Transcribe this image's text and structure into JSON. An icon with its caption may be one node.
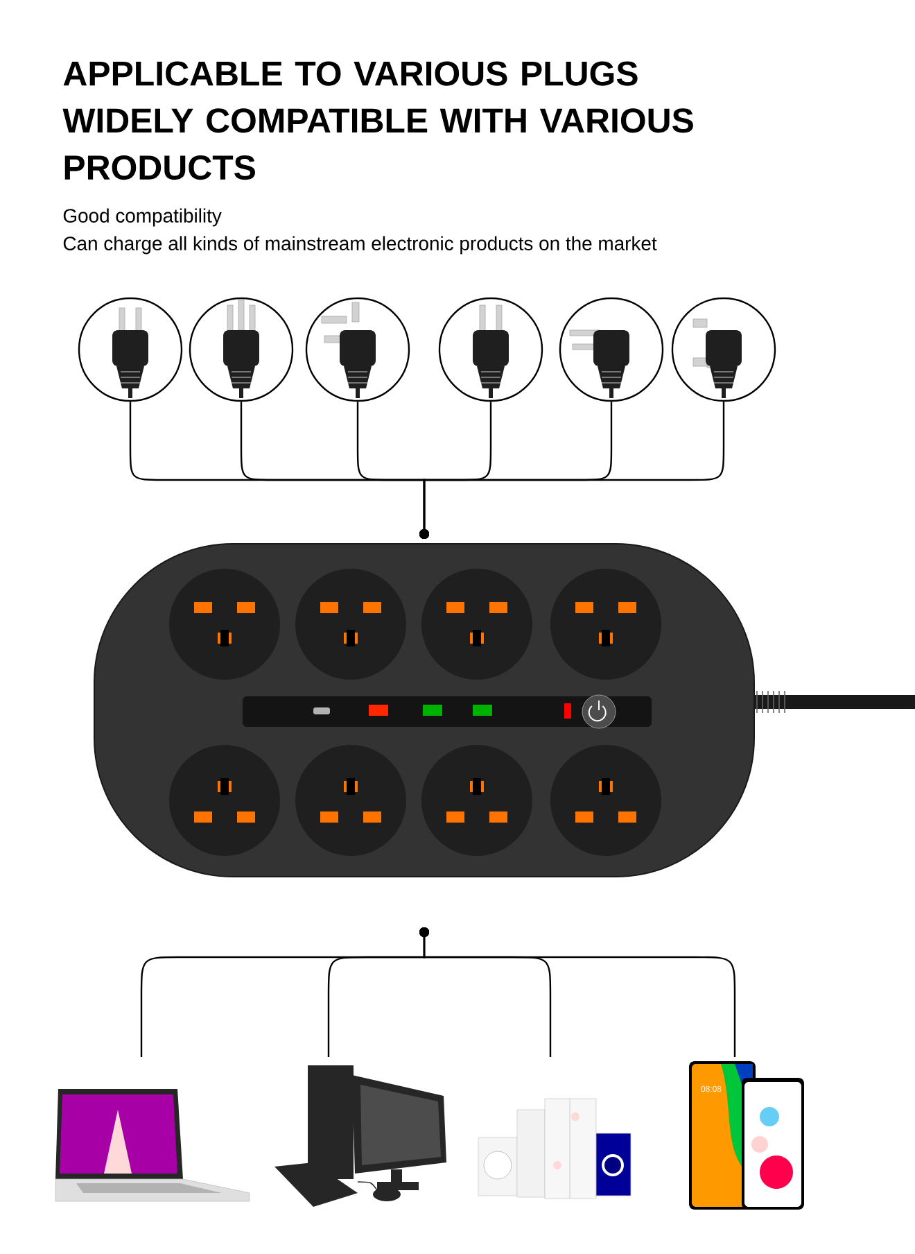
{
  "diagram": {
    "title": "APPLICABLE TO VARIOUS PLUGS WIDELY COMPATIBLE WITH VARIOUS PRODUCTS",
    "nodes": [
      {
        "text": [],
        "shape": "picture"
      },
      {
        "text": [],
        "shape": "picture"
      },
      {
        "text": [],
        "shape": "picture"
      },
      {
        "text": [],
        "shape": "picture"
      },
      {
        "text": [],
        "shape": "picture"
      },
      {
        "text": [],
        "shape": "picture"
      },
      {
        "text": [],
        "shape": "picture"
      },
      {
        "text": [],
        "shape": "picture"
      },
      {
        "text": [],
        "shape": "picture"
      },
      {
        "text": [],
        "shape": "picture"
      },
      {
        "text": [],
        "shape": "picture"
      }
    ],
    "edges": [
      {
        "from": 0,
        "to": 6,
        "arrow": "other"
      },
      {
        "from": 1,
        "to": 6,
        "arrow": "other"
      },
      {
        "from": 2,
        "to": 6,
        "arrow": "other"
      },
      {
        "from": 3,
        "to": 6,
        "arrow": "other"
      },
      {
        "from": 4,
        "to": 6,
        "arrow": "other"
      },
      {
        "from": 5,
        "to": 6,
        "arrow": "other"
      },
      {
        "from": 6,
        "to": 7,
        "arrow": "other"
      },
      {
        "from": 6,
        "to": 8,
        "arrow": "other"
      },
      {
        "from": 6,
        "to": 9,
        "arrow": "other"
      },
      {
        "from": 6,
        "to": 10,
        "arrow": "other"
      }
    ],
    "labels": [
      "Good compatibility",
      "Can charge all kinds of mainstream electronic products on the market",
      "08:08"
    ]
  }
}
